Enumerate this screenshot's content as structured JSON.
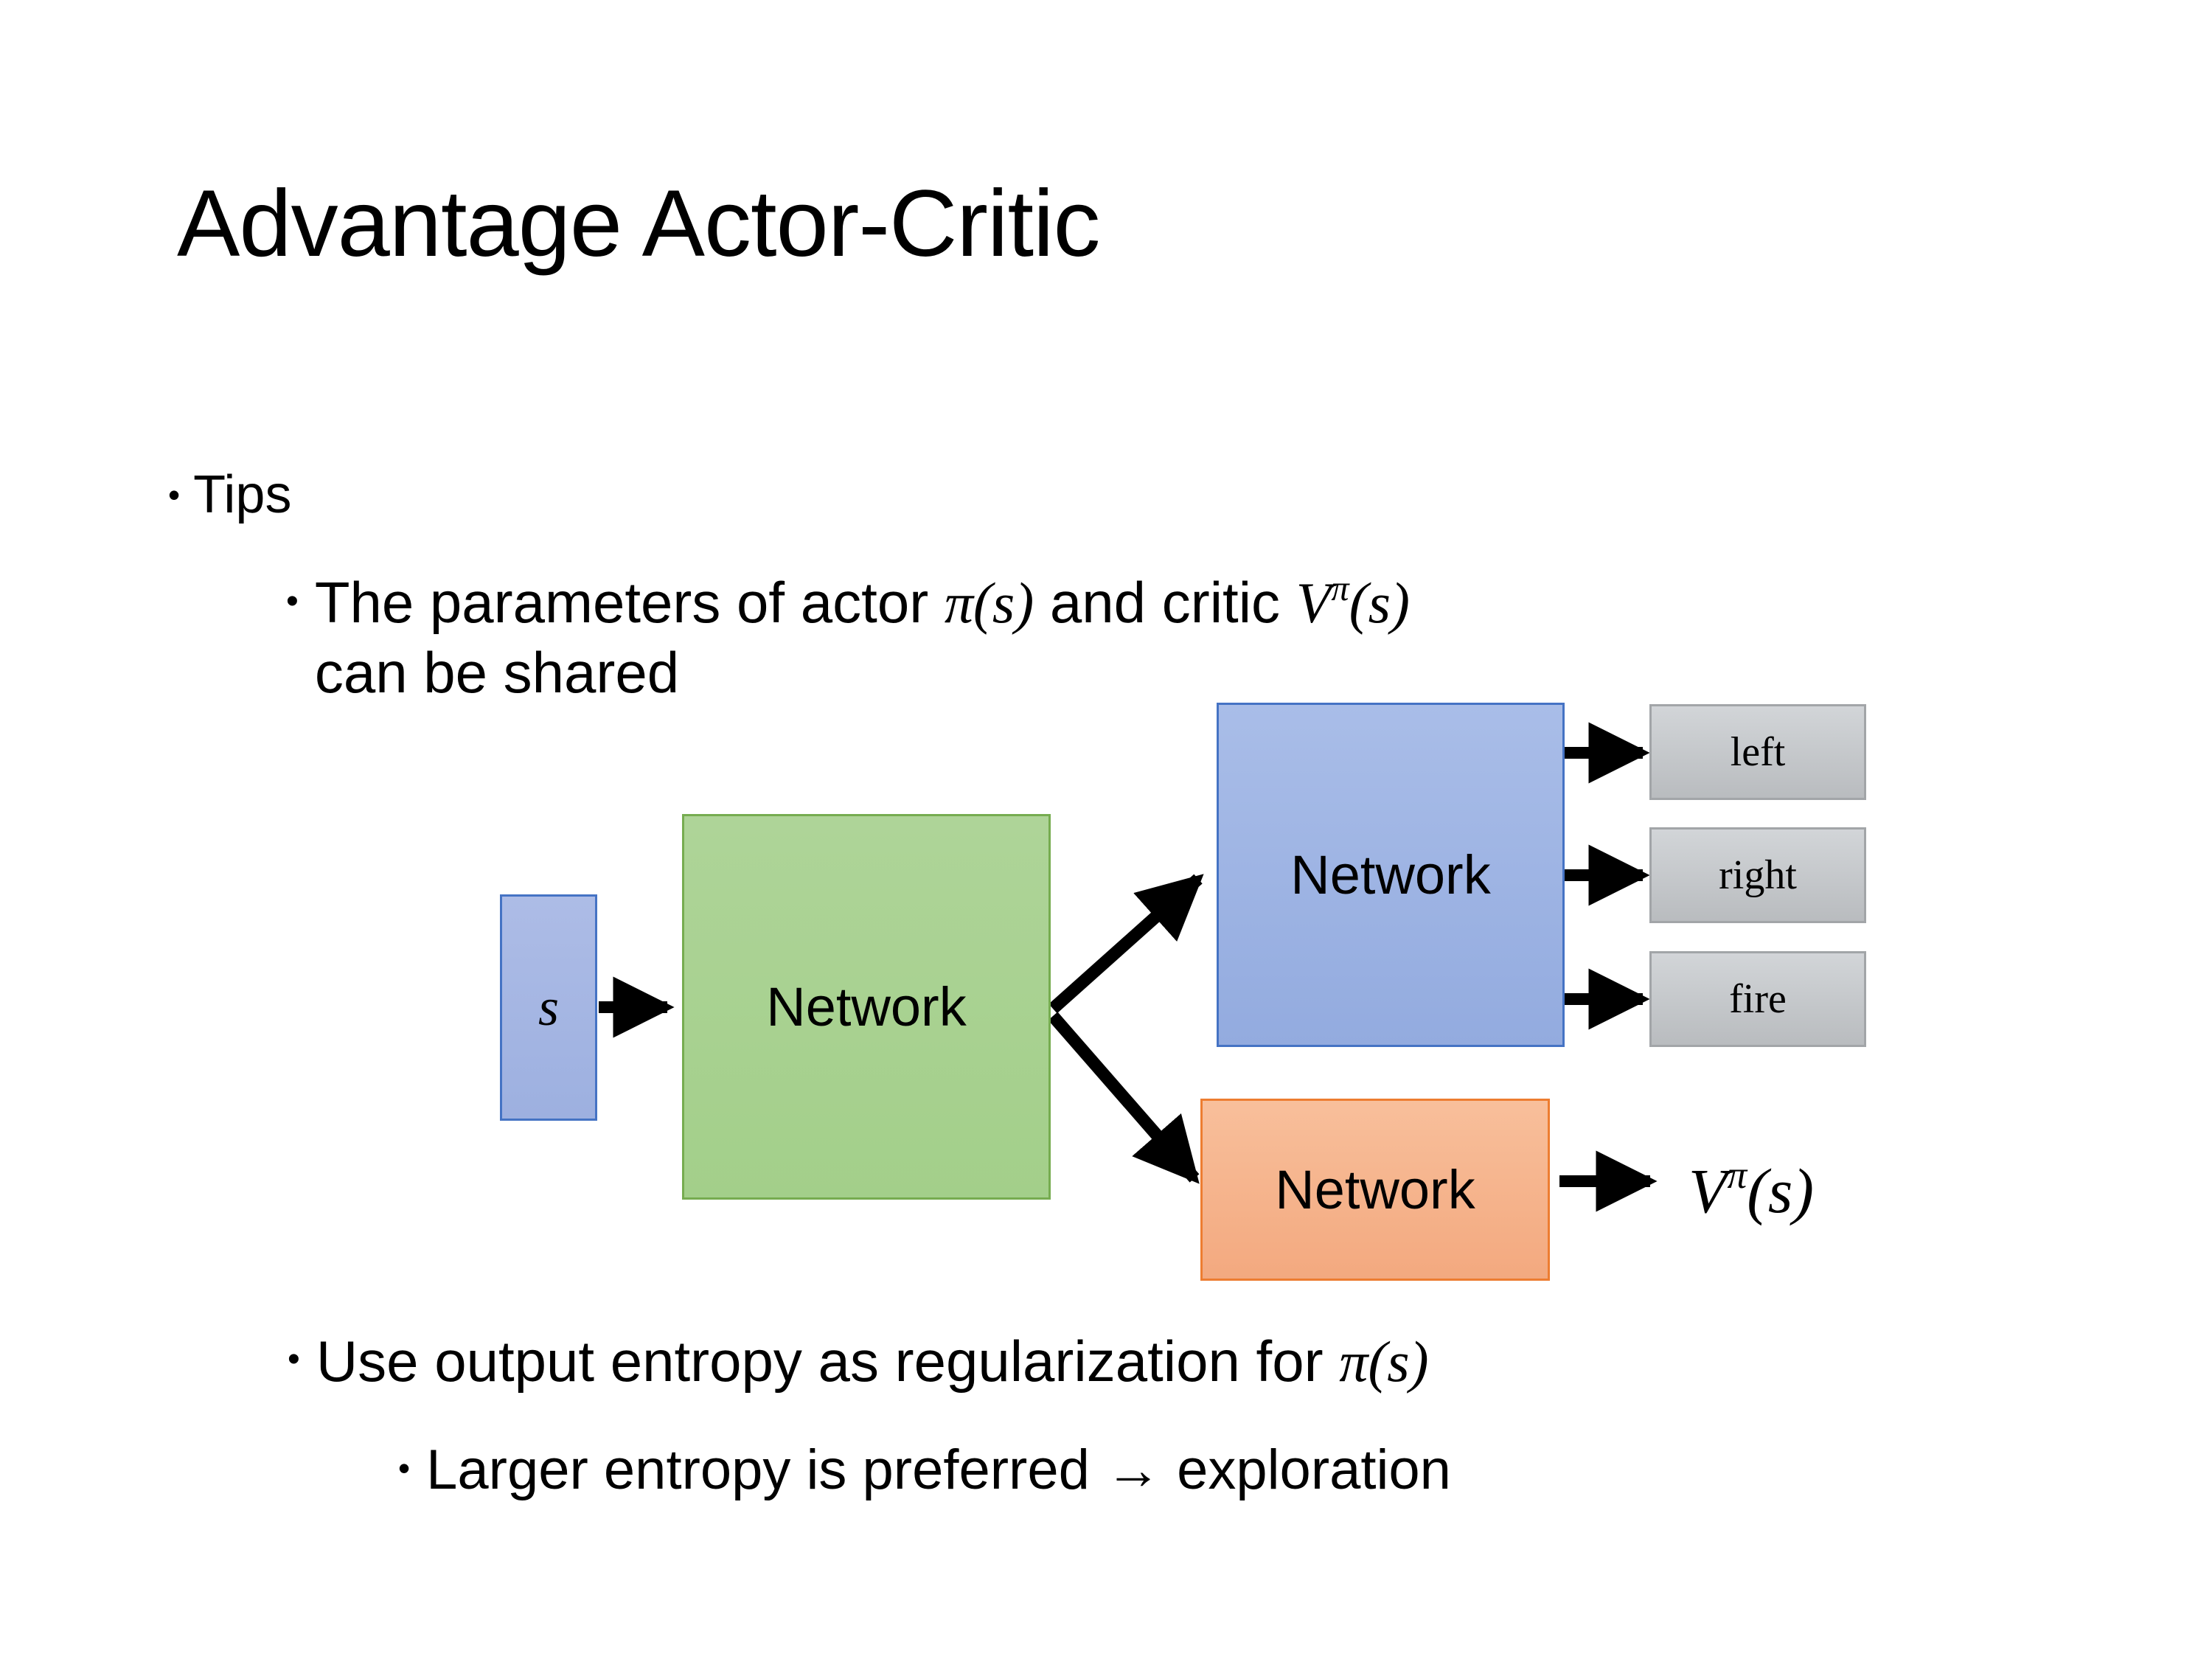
{
  "slide": {
    "title": "Advantage Actor-Critic",
    "background_color": "#FFFFFF"
  },
  "bullets": {
    "tips": {
      "marker": "•",
      "text": "Tips"
    },
    "parameters": {
      "marker": "•",
      "line1_prefix": "The parameters of actor ",
      "pi_of_s": "π(s)",
      "line1_middle": "  and critic ",
      "v_base": "V",
      "v_sup": "π",
      "v_arg": "(s)",
      "line2": "can be shared"
    },
    "entropy": {
      "marker": "•",
      "text_prefix": "Use output entropy as regularization for ",
      "pi_of_s": "π(s)"
    },
    "larger_entropy": {
      "marker": "•",
      "text": "Larger entropy is preferred → exploration"
    }
  },
  "diagram": {
    "state_box": {
      "label": "s",
      "fill": "#A3B4E0",
      "border": "#4573C4"
    },
    "shared_network": {
      "label": "Network",
      "fill": "#A8D08D",
      "border": "#70AD47"
    },
    "actor_network": {
      "label": "Network",
      "fill": "#9DB3E3",
      "border": "#4573C4"
    },
    "critic_network": {
      "label": "Network",
      "fill": "#F4B183",
      "border": "#ED7D31"
    },
    "actions": [
      {
        "label": "left"
      },
      {
        "label": "right"
      },
      {
        "label": "fire"
      }
    ],
    "value_output": {
      "base": "V",
      "superscript": "π",
      "argument": "(s)"
    },
    "arrow_color": "#000000"
  }
}
